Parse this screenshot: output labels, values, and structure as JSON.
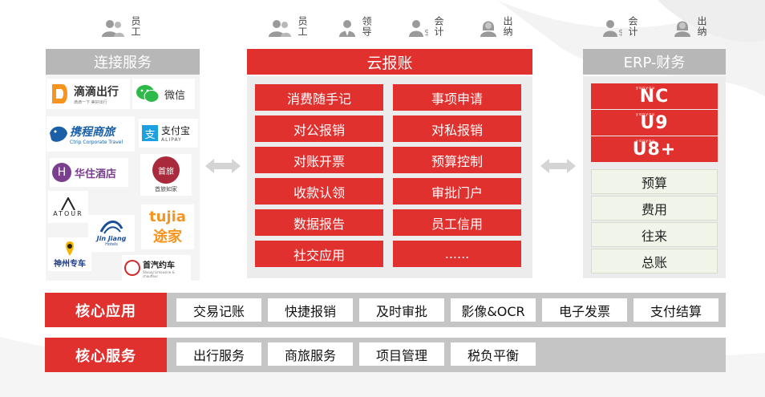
{
  "roles": {
    "left": [
      {
        "label": "员工",
        "icon": "employee-icon"
      }
    ],
    "center": [
      {
        "label": "员工",
        "icon": "employee-icon"
      },
      {
        "label": "领导",
        "icon": "leader-icon"
      },
      {
        "label": "会计",
        "icon": "accountant-icon"
      },
      {
        "label": "出纳",
        "icon": "cashier-icon"
      }
    ],
    "right": [
      {
        "label": "会计",
        "icon": "accountant-icon"
      },
      {
        "label": "出纳",
        "icon": "cashier-icon"
      }
    ]
  },
  "left_panel": {
    "title": "连接服务",
    "logos": [
      {
        "name": "didi",
        "text": "滴滴出行",
        "sub": "滴滴一下 美好出行"
      },
      {
        "name": "wechat",
        "text": "微信"
      },
      {
        "name": "ctrip",
        "text": "携程商旅",
        "sub": "Ctrip Corporate Travel"
      },
      {
        "name": "alipay",
        "text": "支付宝",
        "sub": "ALIPAY"
      },
      {
        "name": "huazhu",
        "text": "华住酒店"
      },
      {
        "name": "shouluu",
        "text": "首旅如家"
      },
      {
        "name": "atour",
        "text": "ATOUR"
      },
      {
        "name": "tujia",
        "text": "tujia",
        "sub": "途家"
      },
      {
        "name": "jinjiang",
        "text": "Jin Jiang",
        "sub": "Hotels"
      },
      {
        "name": "shenzhou",
        "text": "神州专车"
      },
      {
        "name": "shouqi",
        "text": "首汽约车",
        "sub": "Shouqi Limousine & chauffeur"
      }
    ]
  },
  "center_panel": {
    "title": "云报账",
    "left_col": [
      "消费随手记",
      "对公报销",
      "对账开票",
      "收款认领",
      "数据报告",
      "社交应用"
    ],
    "right_col": [
      "事项申请",
      "对私报销",
      "预算控制",
      "审批门户",
      "员工信用",
      "......"
    ]
  },
  "right_panel": {
    "title": "ERP-财务",
    "products": [
      {
        "name": "NC",
        "brand": "yonyou"
      },
      {
        "name": "U9",
        "brand": "yonyou"
      },
      {
        "name": "U8+",
        "brand": "yonyou"
      }
    ],
    "modules": [
      "预算",
      "费用",
      "往来",
      "总账"
    ]
  },
  "core_apps": {
    "title": "核心应用",
    "items": [
      "交易记账",
      "快捷报销",
      "及时审批",
      "影像&OCR",
      "电子发票",
      "支付结算"
    ]
  },
  "core_services": {
    "title": "核心服务",
    "items": [
      "出行服务",
      "商旅服务",
      "项目管理",
      "税负平衡"
    ]
  },
  "colors": {
    "brand_red": "#e0312f",
    "panel_gray": "#b7b7b7",
    "body_gray": "#ececec",
    "band_gray": "#c5c5c5"
  }
}
